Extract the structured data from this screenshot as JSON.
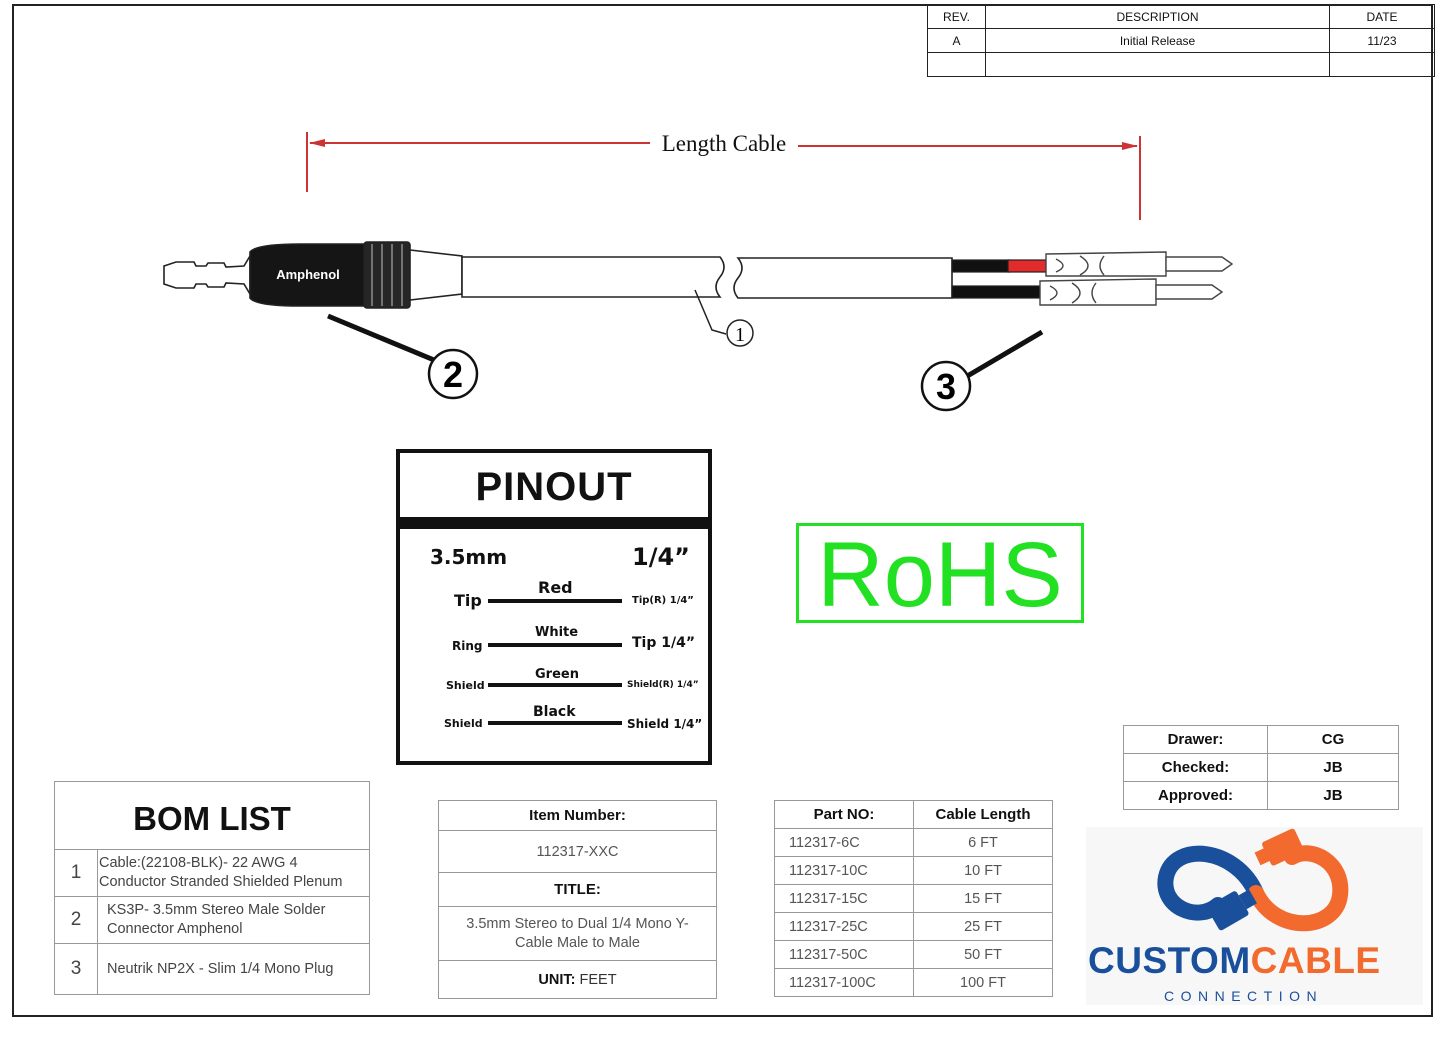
{
  "revision_table": {
    "headers": [
      "REV.",
      "DESCRIPTION",
      "DATE"
    ],
    "rows": [
      [
        "A",
        "Initial Release",
        "11/23"
      ],
      [
        "",
        "",
        ""
      ]
    ]
  },
  "drawing": {
    "length_label": "Length Cable",
    "brand_label": "Amphenol",
    "callouts": [
      "1",
      "2",
      "3"
    ]
  },
  "pinout": {
    "title": "PINOUT",
    "left_header": "3.5mm",
    "right_header": "1/4”",
    "rows": [
      {
        "left": "Tip",
        "color": "Red",
        "right": "Tip(R) 1/4”"
      },
      {
        "left": "Ring",
        "color": "White",
        "right": "Tip 1/4”"
      },
      {
        "left": "Shield",
        "color": "Green",
        "right": "Shield(R) 1/4”"
      },
      {
        "left": "Shield",
        "color": "Black",
        "right": "Shield 1/4”"
      }
    ]
  },
  "rohs": {
    "label": "RoHS",
    "color": "#22e022"
  },
  "bom": {
    "title": "BOM LIST",
    "items": [
      {
        "num": "1",
        "text": "Cable:(22108-BLK)- 22 AWG 4 Conductor Stranded Shielded Plenum"
      },
      {
        "num": "2",
        "text": "KS3P- 3.5mm Stereo Male Solder Connector Amphenol"
      },
      {
        "num": "3",
        "text": "Neutrik NP2X - Slim 1/4 Mono Plug"
      }
    ]
  },
  "item_box": {
    "item_label": "Item Number:",
    "item_value": "112317-XXC",
    "title_label": "TITLE:",
    "title_value": "3.5mm Stereo to Dual 1/4 Mono Y-Cable Male to Male",
    "unit_label": "UNIT:",
    "unit_value": "FEET"
  },
  "parts": {
    "headers": [
      "Part NO:",
      "Cable Length"
    ],
    "rows": [
      [
        "112317-6C",
        "6 FT"
      ],
      [
        "112317-10C",
        "10 FT"
      ],
      [
        "112317-15C",
        "15 FT"
      ],
      [
        "112317-25C",
        "25 FT"
      ],
      [
        "112317-50C",
        "50 FT"
      ],
      [
        "112317-100C",
        "100 FT"
      ]
    ]
  },
  "signoff": [
    {
      "role": "Drawer:",
      "who": "CG"
    },
    {
      "role": "Checked:",
      "who": "JB"
    },
    {
      "role": "Approved:",
      "who": "JB"
    }
  ],
  "logo": {
    "word1": "CUSTOM",
    "word2": "CABLE",
    "sub": "CONNECTION",
    "blue": "#1a4f9c",
    "orange": "#f26a2e"
  }
}
